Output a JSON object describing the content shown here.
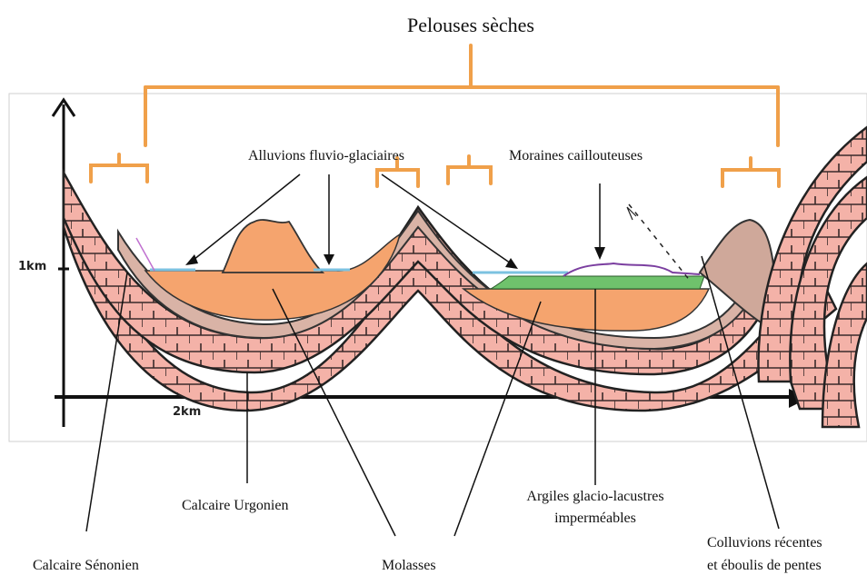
{
  "diagram": {
    "title": "Pelouses sèches",
    "axis": {
      "y_tick_label": "1km",
      "x_tick_label": "2km"
    },
    "labels": {
      "alluvions": "Alluvions fluvio-glaciaires",
      "moraines": "Moraines caillouteuses",
      "calcaire_urgonien": "Calcaire Urgonien",
      "argiles_line1": "Argiles glacio-lacustres",
      "argiles_line2": "imperméables",
      "calcaire_senonien": "Calcaire Sénonien",
      "molasses": "Molasses",
      "colluvions_line1": "Colluvions récentes",
      "colluvions_line2": "et éboulis de pentes"
    },
    "colors": {
      "bracket": "#f0a04a",
      "calcaire": "#f4b2a8",
      "molasse": "#d9b3a6",
      "orange_fill": "#f5a46e",
      "argile": "#6fc26c",
      "alluvion": "#7cc2e0",
      "moraine": "#7b3fa0"
    }
  }
}
